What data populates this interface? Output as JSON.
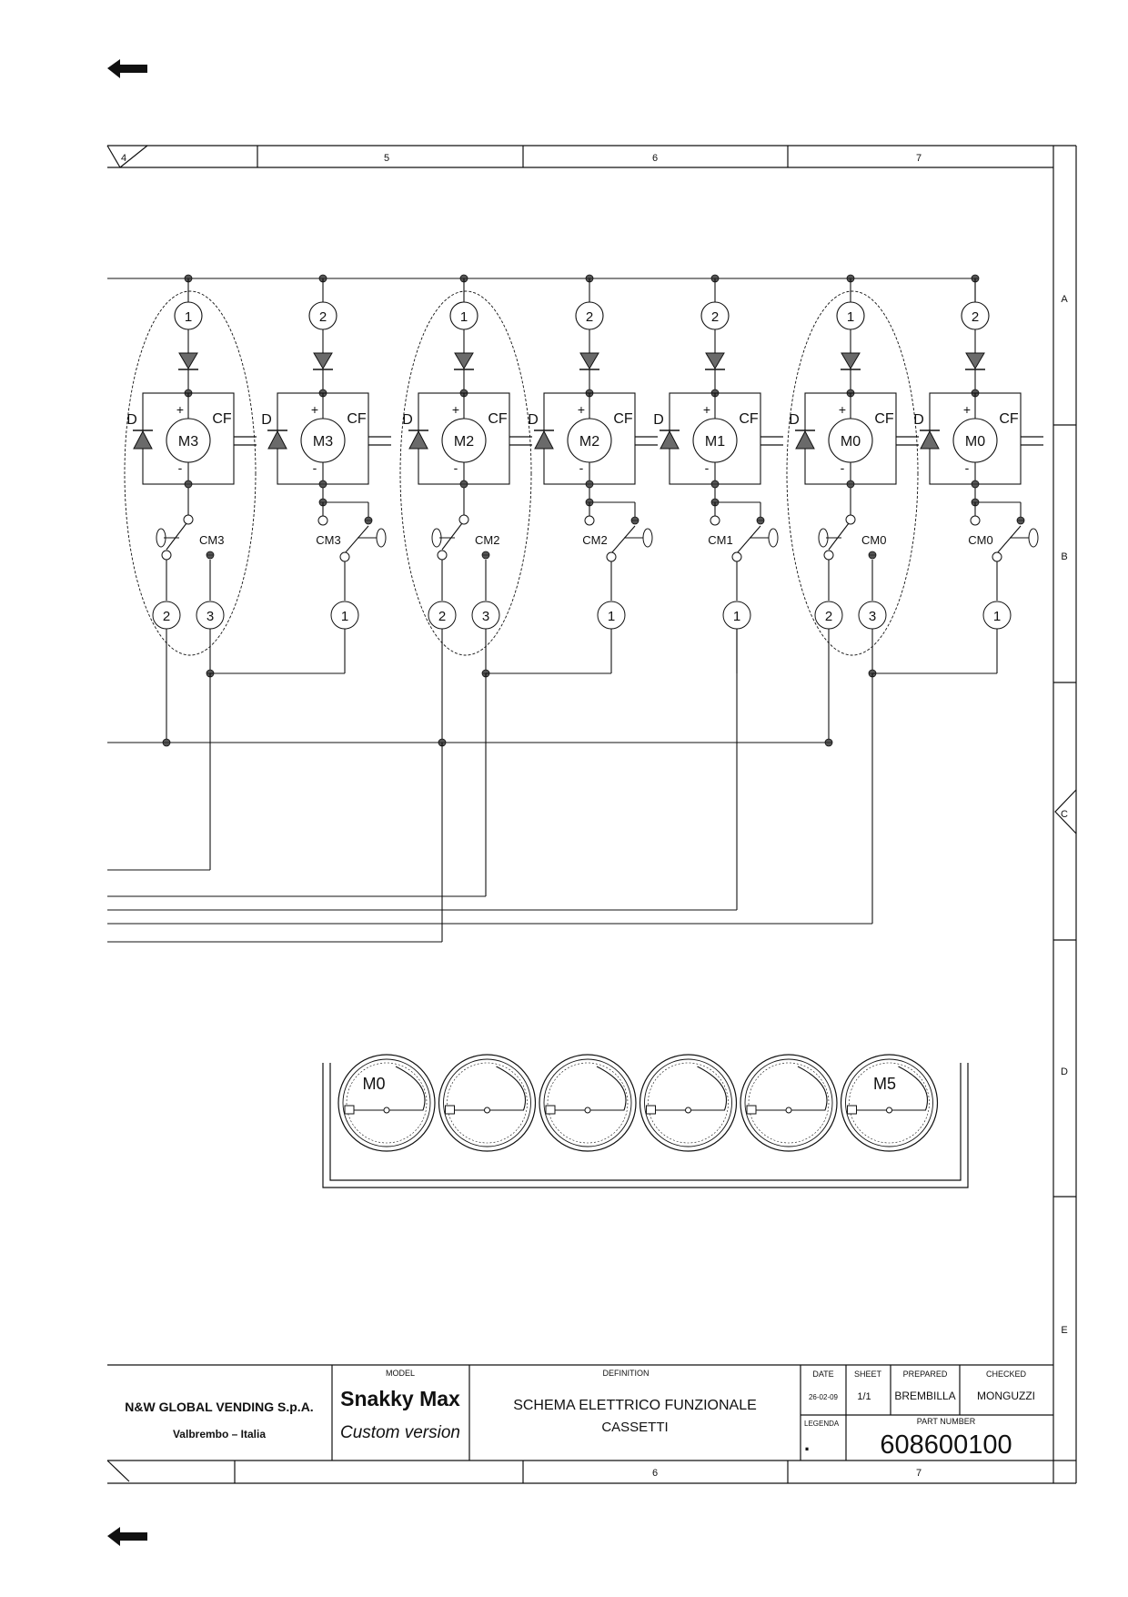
{
  "nav": {
    "back_icon": "arrow-left-icon"
  },
  "ruler_top": {
    "cols": [
      "4",
      "5",
      "6",
      "7"
    ]
  },
  "ruler_right": {
    "rows": [
      "A",
      "B",
      "C",
      "D",
      "E"
    ]
  },
  "ruler_bottom": {
    "cols": [
      "6",
      "7"
    ]
  },
  "circuit": {
    "motors": [
      {
        "label": "M3",
        "conn": "1",
        "switch": "CM3",
        "switch_type": "nc",
        "outputs": [
          "2",
          "3"
        ],
        "grouped": true
      },
      {
        "label": "M3",
        "conn": "2",
        "switch": "CM3",
        "switch_type": "no",
        "outputs": [
          "1"
        ],
        "grouped": false
      },
      {
        "label": "M2",
        "conn": "1",
        "switch": "CM2",
        "switch_type": "nc",
        "outputs": [
          "2",
          "3"
        ],
        "grouped": true
      },
      {
        "label": "M2",
        "conn": "2",
        "switch": "CM2",
        "switch_type": "no",
        "outputs": [
          "1"
        ],
        "grouped": false
      },
      {
        "label": "M1",
        "conn": "2",
        "switch": "CM1",
        "switch_type": "no",
        "outputs": [
          "1"
        ],
        "grouped": false
      },
      {
        "label": "M0",
        "conn": "1",
        "switch": "CM0",
        "switch_type": "nc",
        "outputs": [
          "2",
          "3"
        ],
        "grouped": true
      },
      {
        "label": "M0",
        "conn": "2",
        "switch": "CM0",
        "switch_type": "no",
        "outputs": [
          "1"
        ],
        "grouped": false
      }
    ],
    "diode_label": "D",
    "capacitor_label": "CF",
    "plus_sign": "+",
    "minus_sign": "-"
  },
  "spirals": {
    "first_label": "M0",
    "last_label": "M5",
    "count": 6
  },
  "title_block": {
    "company": "N&W GLOBAL VENDING S.p.A.",
    "location": "Valbrembo – Italia",
    "model_header": "MODEL",
    "model_name": "Snakky Max",
    "model_version": "Custom version",
    "definition_header": "DEFINITION",
    "definition_line1": "SCHEMA ELETTRICO FUNZIONALE",
    "definition_line2": "CASSETTI",
    "date_header": "DATE",
    "date": "26-02-09",
    "sheet_header": "SHEET",
    "sheet": "1/1",
    "prepared_header": "PREPARED",
    "prepared": "BREMBILLA",
    "checked_header": "CHECKED",
    "checked": "MONGUZZI",
    "legend_header": "LEGENDA",
    "legend_value": ".",
    "part_header": "PART NUMBER",
    "part_number": "608600100"
  }
}
